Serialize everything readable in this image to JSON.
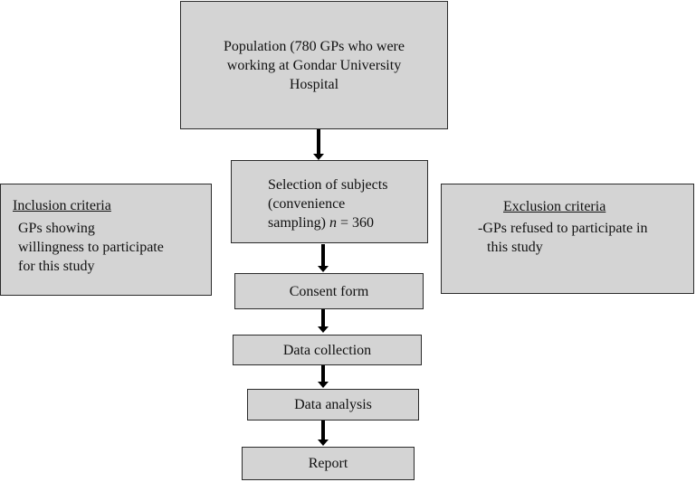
{
  "population": {
    "lines": [
      "Population (780 GPs who were",
      "working at Gondar University",
      "Hospital"
    ]
  },
  "selection": {
    "line1": "Selection of subjects",
    "line2": "(convenience",
    "line3_prefix": "sampling) ",
    "line3_var": "n",
    "line3_suffix": " = 360"
  },
  "inclusion": {
    "title": "Inclusion criteria",
    "lines": [
      "GPs showing",
      "willingness to participate",
      "for this study"
    ]
  },
  "exclusion": {
    "title": "Exclusion criteria",
    "lines": [
      "-GPs refused to participate in",
      "this study"
    ]
  },
  "steps": {
    "consent": "Consent form",
    "collection": "Data collection",
    "analysis": "Data analysis",
    "report": "Report"
  }
}
